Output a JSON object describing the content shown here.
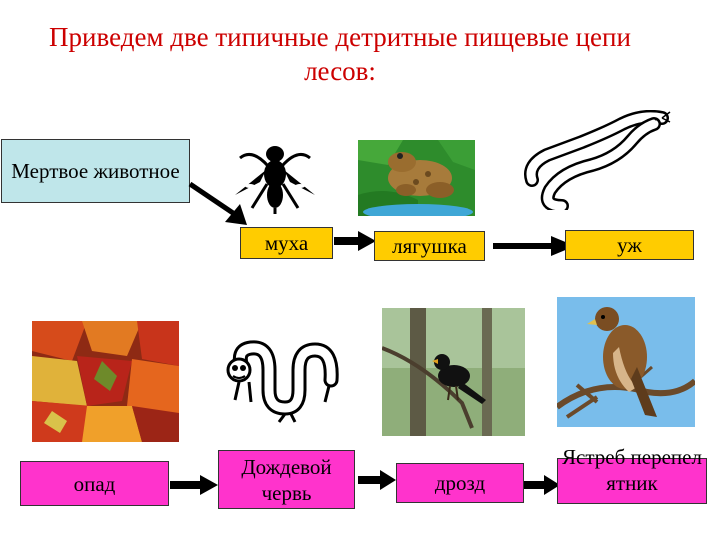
{
  "title": "Приведем две типичные детритные пищевые цепи лесов:",
  "chain1": {
    "source": "Мертвое животное",
    "fly": "муха",
    "frog": "лягушка",
    "snake": "уж"
  },
  "chain2": {
    "litter": "опад",
    "worm": "Дождевой червь",
    "thrush": "дрозд",
    "hawk": "Ястреб перепелятник"
  },
  "icons": [
    "fly-icon",
    "frog-image",
    "snake-icon",
    "leaves-image",
    "worm-icon",
    "thrush-image",
    "hawk-image",
    "arrow-icon"
  ],
  "colors": {
    "title": "#cc0000",
    "source_box": "#bfe6ea",
    "chain1_box": "#ffcc00",
    "chain2_box": "#ff33cc",
    "arrow": "#000000"
  }
}
